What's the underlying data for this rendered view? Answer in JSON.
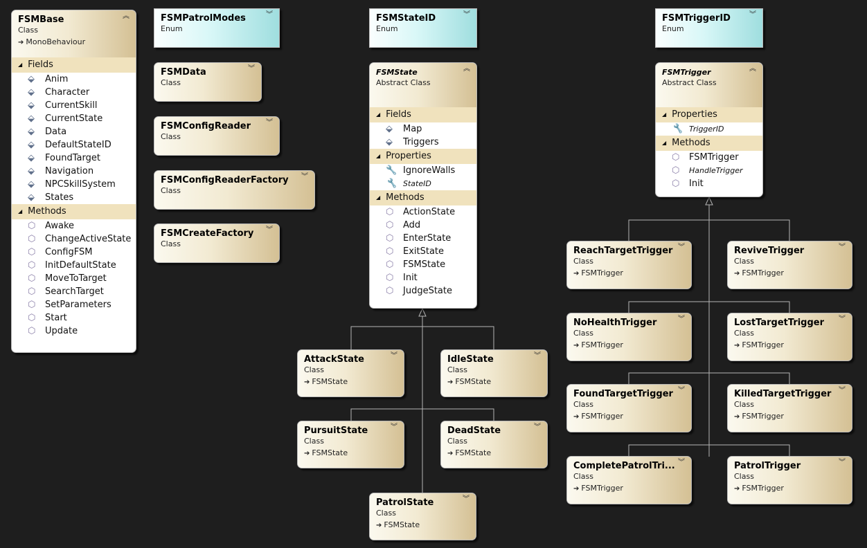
{
  "boxes": {
    "fsmbase": {
      "name": "FSMBase",
      "stereotype": "Class",
      "base": "MonoBehaviour",
      "fields_label": "Fields",
      "fields": [
        "Anim",
        "Character",
        "CurrentSkill",
        "CurrentState",
        "Data",
        "DefaultStateID",
        "FoundTarget",
        "Navigation",
        "NPCSkillSystem",
        "States"
      ],
      "methods_label": "Methods",
      "methods": [
        "Awake",
        "ChangeActiveState",
        "ConfigFSM",
        "InitDefaultState",
        "MoveToTarget",
        "SearchTarget",
        "SetParameters",
        "Start",
        "Update"
      ]
    },
    "fsmpatrolmodes": {
      "name": "FSMPatrolModes",
      "stereotype": "Enum"
    },
    "fsmstateid": {
      "name": "FSMStateID",
      "stereotype": "Enum"
    },
    "fsmtriggerid": {
      "name": "FSMTriggerID",
      "stereotype": "Enum"
    },
    "fsmdata": {
      "name": "FSMData",
      "stereotype": "Class"
    },
    "fsmconfigreader": {
      "name": "FSMConfigReader",
      "stereotype": "Class"
    },
    "fsmconfigreaderfactory": {
      "name": "FSMConfigReaderFactory",
      "stereotype": "Class"
    },
    "fsmcreatefactory": {
      "name": "FSMCreateFactory",
      "stereotype": "Class"
    },
    "fsmstate": {
      "name": "FSMState",
      "stereotype": "Abstract Class",
      "fields_label": "Fields",
      "fields": [
        "Map",
        "Triggers"
      ],
      "properties_label": "Properties",
      "properties": [
        "IgnoreWalls",
        "StateID"
      ],
      "methods_label": "Methods",
      "methods": [
        "ActionState",
        "Add",
        "EnterState",
        "ExitState",
        "FSMState",
        "Init",
        "JudgeState"
      ]
    },
    "fsmtrigger": {
      "name": "FSMTrigger",
      "stereotype": "Abstract Class",
      "properties_label": "Properties",
      "properties": [
        "TriggerID"
      ],
      "methods_label": "Methods",
      "methods": [
        "FSMTrigger",
        "HandleTrigger",
        "Init"
      ]
    },
    "attackstate": {
      "name": "AttackState",
      "stereotype": "Class",
      "base": "FSMState"
    },
    "idlestate": {
      "name": "IdleState",
      "stereotype": "Class",
      "base": "FSMState"
    },
    "pursuitstate": {
      "name": "PursuitState",
      "stereotype": "Class",
      "base": "FSMState"
    },
    "deadstate": {
      "name": "DeadState",
      "stereotype": "Class",
      "base": "FSMState"
    },
    "patrolstate": {
      "name": "PatrolState",
      "stereotype": "Class",
      "base": "FSMState"
    },
    "reachtargettrigger": {
      "name": "ReachTargetTrigger",
      "stereotype": "Class",
      "base": "FSMTrigger"
    },
    "revivetrigger": {
      "name": "ReviveTrigger",
      "stereotype": "Class",
      "base": "FSMTrigger"
    },
    "nohealthtrigger": {
      "name": "NoHealthTrigger",
      "stereotype": "Class",
      "base": "FSMTrigger"
    },
    "losttargettrigger": {
      "name": "LostTargetTrigger",
      "stereotype": "Class",
      "base": "FSMTrigger"
    },
    "foundtargettrigger": {
      "name": "FoundTargetTrigger",
      "stereotype": "Class",
      "base": "FSMTrigger"
    },
    "killedtargettrigger": {
      "name": "KilledTargetTrigger",
      "stereotype": "Class",
      "base": "FSMTrigger"
    },
    "completepatroltrigger": {
      "name": "CompletePatrolTri...",
      "stereotype": "Class",
      "base": "FSMTrigger"
    },
    "patroltrigger": {
      "name": "PatrolTrigger",
      "stereotype": "Class",
      "base": "FSMTrigger"
    }
  }
}
